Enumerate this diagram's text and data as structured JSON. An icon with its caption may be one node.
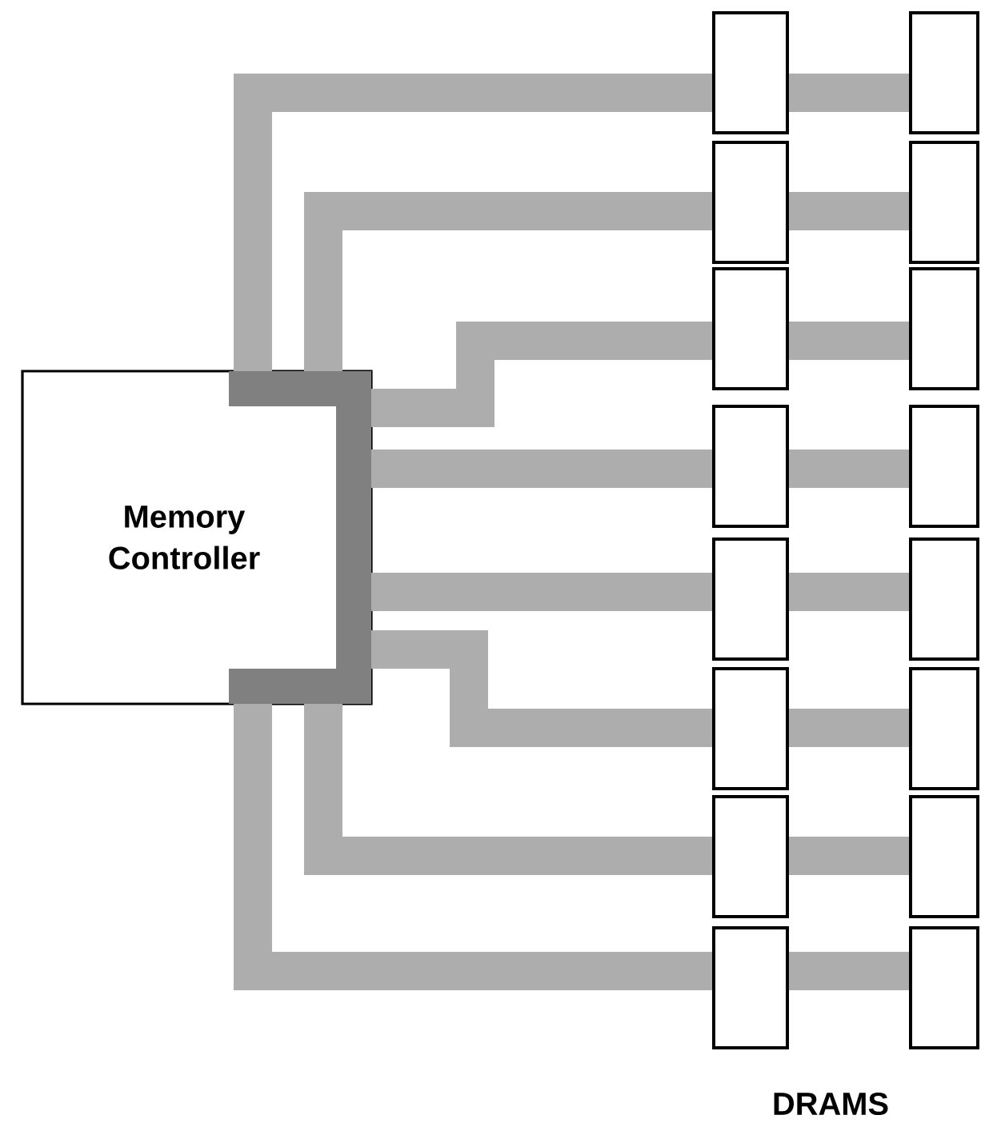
{
  "diagram": {
    "nodes": [
      {
        "text": [
          "Memory Controller"
        ]
      },
      {
        "text": [],
        "shape": "box"
      },
      {
        "text": [],
        "shape": "box"
      },
      {
        "text": [],
        "shape": "box"
      },
      {
        "text": [],
        "shape": "box"
      },
      {
        "text": [],
        "shape": "box"
      },
      {
        "text": [],
        "shape": "box"
      },
      {
        "text": [],
        "shape": "box"
      },
      {
        "text": [],
        "shape": "box"
      },
      {
        "text": [],
        "shape": "box"
      },
      {
        "text": [],
        "shape": "box"
      },
      {
        "text": [],
        "shape": "box"
      },
      {
        "text": [],
        "shape": "box"
      },
      {
        "text": [],
        "shape": "box"
      },
      {
        "text": [],
        "shape": "box"
      },
      {
        "text": [],
        "shape": "box"
      },
      {
        "text": [],
        "shape": "box"
      }
    ],
    "edges": [
      {
        "from": 0,
        "to": 1,
        "arrow": "none"
      },
      {
        "from": 0,
        "to": 2,
        "arrow": "none"
      },
      {
        "from": 0,
        "to": 3,
        "arrow": "none"
      },
      {
        "from": 0,
        "to": 4,
        "arrow": "none"
      },
      {
        "from": 0,
        "to": 5,
        "arrow": "none"
      },
      {
        "from": 0,
        "to": 6,
        "arrow": "none"
      },
      {
        "from": 0,
        "to": 7,
        "arrow": "none"
      },
      {
        "from": 0,
        "to": 8,
        "arrow": "none"
      },
      {
        "from": 1,
        "to": 9,
        "arrow": "none"
      },
      {
        "from": 2,
        "to": 10,
        "arrow": "none"
      },
      {
        "from": 3,
        "to": 11,
        "arrow": "none"
      },
      {
        "from": 4,
        "to": 12,
        "arrow": "none"
      },
      {
        "from": 5,
        "to": 13,
        "arrow": "none"
      },
      {
        "from": 6,
        "to": 14,
        "arrow": "none"
      },
      {
        "from": 7,
        "to": 15,
        "arrow": "none"
      },
      {
        "from": 8,
        "to": 16,
        "arrow": "none"
      }
    ],
    "labels": [
      "DRAMS"
    ]
  }
}
